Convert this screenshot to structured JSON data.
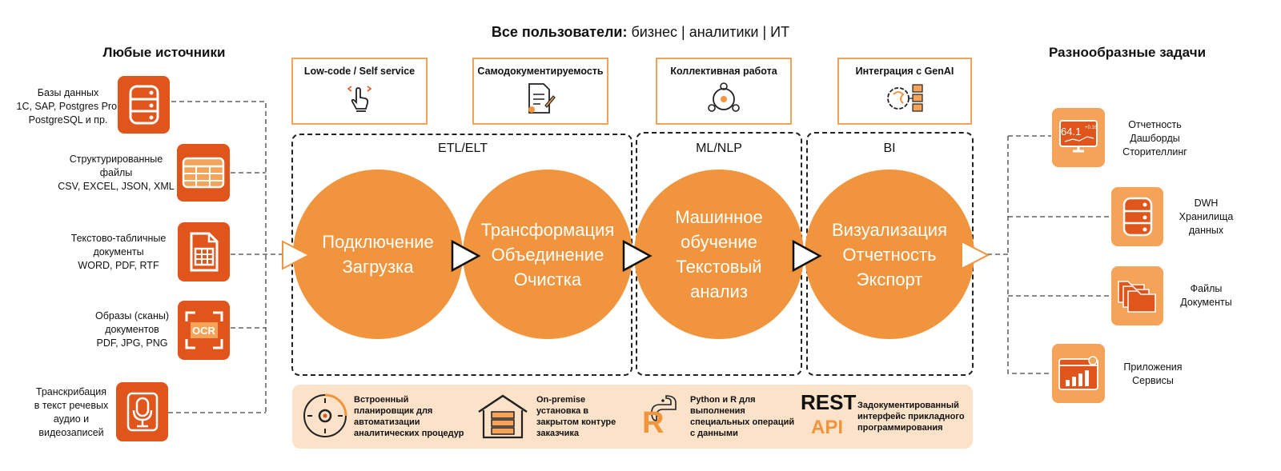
{
  "header": {
    "prefix": "Все пользователи:",
    "rest": " бизнес | аналитики | ИТ"
  },
  "left": {
    "title": "Любые источники",
    "sources": [
      {
        "text": "Базы данных\n1С, SAP, Postgres Pro,\nPostgreSQL и пр.",
        "icon": "database-icon"
      },
      {
        "text": "Структурированные\nфайлы\nCSV, EXCEL, JSON, XML",
        "icon": "table-file-icon"
      },
      {
        "text": "Текстово-табличные\nдокументы\nWORD, PDF, RTF",
        "icon": "document-table-icon"
      },
      {
        "text": "Образы (сканы)\nдокументов\nPDF, JPG, PNG",
        "icon": "ocr-scan-icon",
        "icon_label": "OCR"
      },
      {
        "text": "Транскрибация\nв текст речевых\nаудио и\nвидеозаписей",
        "icon": "microphone-icon"
      }
    ]
  },
  "features": [
    {
      "label": "Low-code / Self service",
      "icon": "hand-pointer-icon"
    },
    {
      "label": "Самодокументируемость",
      "icon": "document-edit-icon"
    },
    {
      "label": "Коллективная работа",
      "icon": "team-icon"
    },
    {
      "label": "Интеграция с GenAI",
      "icon": "ai-brain-icon"
    }
  ],
  "sections": [
    "ETL/ELT",
    "ML/NLP",
    "BI"
  ],
  "stages": [
    {
      "lines": [
        "Подключение",
        "Загрузка"
      ]
    },
    {
      "lines": [
        "Трансформация",
        "Объединение",
        "Очистка"
      ]
    },
    {
      "lines": [
        "Машинное",
        "обучение",
        "Текстовый",
        "анализ"
      ]
    },
    {
      "lines": [
        "Визуализация",
        "Отчетность",
        "Экспорт"
      ]
    }
  ],
  "right": {
    "title": "Разнообразные задачи",
    "tasks": [
      {
        "text": "Отчетность\nДашборды\nСторителлинг",
        "icon": "dashboard-monitor-icon",
        "icon_value": "64.1",
        "icon_sub": "+0.16"
      },
      {
        "text": "DWH\nХранилища\nданных",
        "icon": "database-icon"
      },
      {
        "text": "Файлы\nДокументы",
        "icon": "folders-icon"
      },
      {
        "text": "Приложения\nСервисы",
        "icon": "app-window-icon"
      }
    ]
  },
  "bottom": {
    "items": [
      {
        "text": "Встроенный\nпланировщик для\nавтоматизации\nаналитических процедур",
        "icon": "scheduler-icon"
      },
      {
        "text": "On-premise\nустановка в\nзакрытом контуре\nзаказчика",
        "icon": "server-house-icon"
      },
      {
        "text": "Python и R для\nвыполнения\nспециальных операций\nс данными",
        "icon": "python-r-icon",
        "icon_label": "R"
      },
      {
        "text": "Задокументированный\nинтерфейс прикладного\nпрограммирования",
        "icon": "rest-api-icon",
        "icon_label_1": "REST",
        "icon_label_2": "API"
      }
    ]
  },
  "colors": {
    "dark_orange": "#e0551b",
    "light_orange": "#f5a358",
    "circle": "#f0953d",
    "bar_bg": "#fbe2c9"
  }
}
